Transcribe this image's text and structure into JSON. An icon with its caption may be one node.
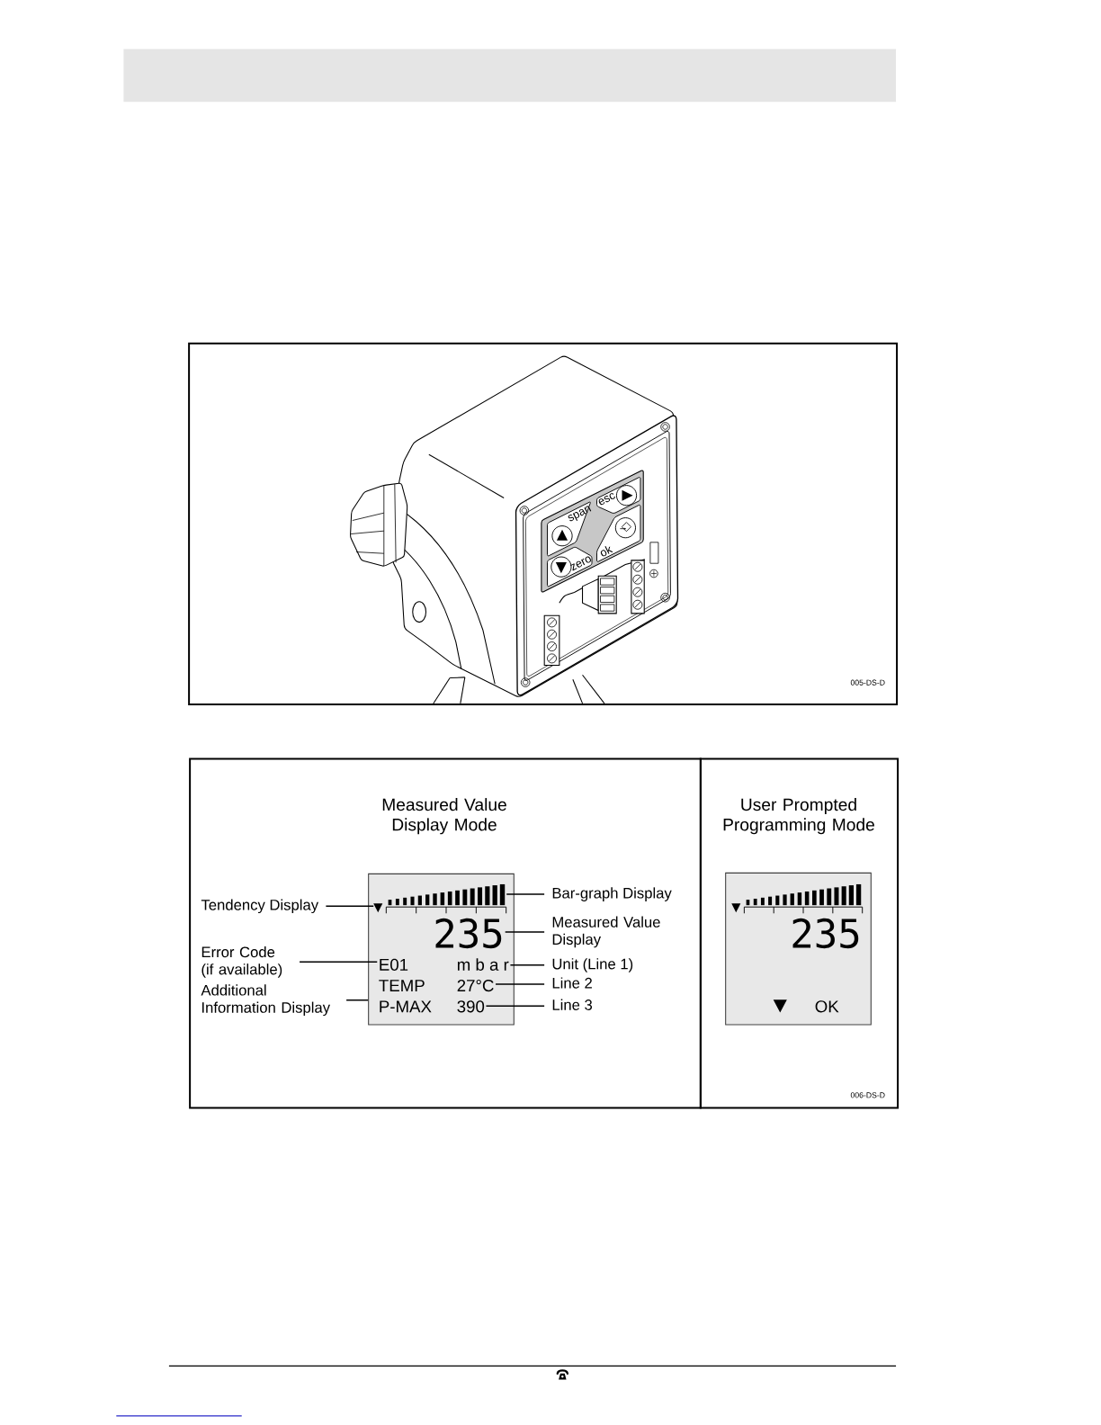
{
  "diagram": {
    "nodes": [
      {
        "text": [
          "Measured Value Display Mode"
        ]
      },
      {
        "text": [],
        "shape": "box",
        "in": 0
      },
      {
        "text": [],
        "shape": "triangle",
        "in": 1
      },
      {
        "text": [],
        "shape": "picture",
        "in": 1
      },
      {
        "text": [
          "235"
        ],
        "in": 1
      },
      {
        "text": [
          "E01"
        ],
        "in": 1
      },
      {
        "text": [
          "m b a r"
        ],
        "in": 1
      },
      {
        "text": [
          "TEMP"
        ],
        "in": 1
      },
      {
        "text": [
          "27°C"
        ],
        "in": 1
      },
      {
        "text": [
          "P-MAX"
        ],
        "in": 1
      },
      {
        "text": [
          "390"
        ],
        "in": 1
      },
      {
        "text": [
          "Tendency Display"
        ],
        "in": 0
      },
      {
        "text": [
          "Error Code (if available)"
        ],
        "in": 0
      },
      {
        "text": [
          "Additional Information Display"
        ],
        "in": 0
      },
      {
        "text": [
          "Bar-graph Display"
        ],
        "in": 0
      },
      {
        "text": [
          "Measured Value Display"
        ],
        "in": 0
      },
      {
        "text": [
          "Unit (Line 1)"
        ],
        "in": 0
      },
      {
        "text": [
          "Line 2"
        ],
        "in": 0
      },
      {
        "text": [
          "Line 3"
        ],
        "in": 0
      },
      {
        "text": [
          "User Prompted Programming Mode"
        ]
      },
      {
        "text": [
          "235",
          "OK"
        ],
        "in": 19
      }
    ],
    "edges": [
      {
        "from": 11,
        "to": 2,
        "arrow": "none"
      },
      {
        "from": 14,
        "to": 3,
        "arrow": "none"
      },
      {
        "from": 15,
        "to": 4,
        "arrow": "none"
      },
      {
        "from": 12,
        "to": 5,
        "arrow": "none"
      },
      {
        "from": 16,
        "to": 6,
        "arrow": "none"
      },
      {
        "from": 13,
        "to": 1,
        "arrow": "none"
      },
      {
        "from": 17,
        "to": 8,
        "arrow": "none"
      },
      {
        "from": 18,
        "to": 10,
        "arrow": "none"
      }
    ],
    "labels": [
      "span",
      "esc",
      "zero",
      "ok",
      "005-DS-D",
      "006-DS-D"
    ]
  }
}
